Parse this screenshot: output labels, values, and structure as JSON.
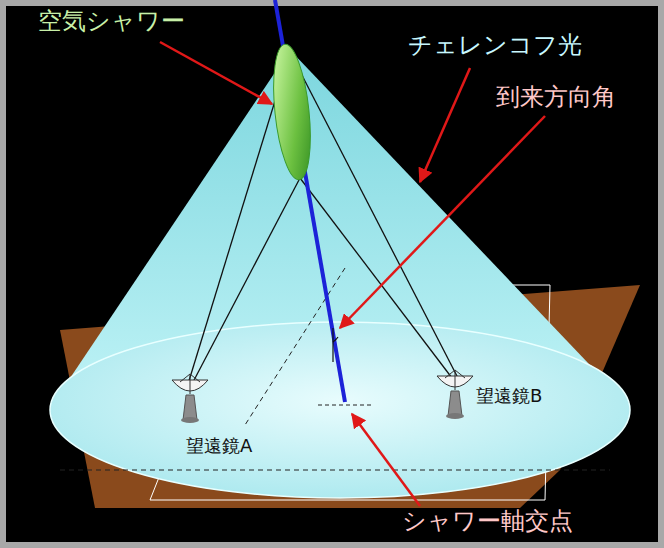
{
  "diagram": {
    "labels": [
      "空気シャワー",
      "チェレンコフ光",
      "到来方向角",
      "望遠鏡A",
      "望遠鏡B",
      "シャワー軸交点"
    ]
  }
}
